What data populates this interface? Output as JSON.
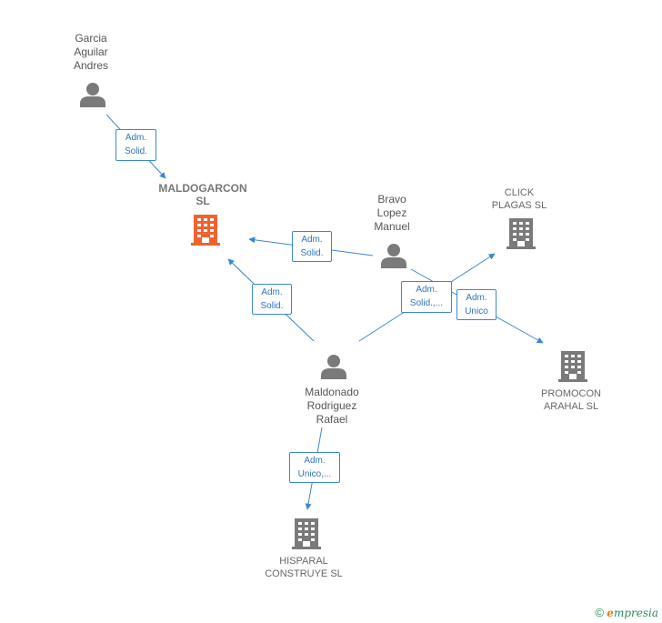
{
  "nodes": {
    "garcia": {
      "label": "Garcia\nAguilar\nAndres",
      "type": "person"
    },
    "maldogarcon": {
      "label": "MALDOGARCON\nSL",
      "type": "company-focus"
    },
    "bravo": {
      "label": "Bravo\nLopez\nManuel",
      "type": "person"
    },
    "click": {
      "label": "CLICK\nPLAGAS  SL",
      "type": "company"
    },
    "promocon": {
      "label": "PROMOCON\nARAHAL SL",
      "type": "company"
    },
    "maldonado": {
      "label": "Maldonado\nRodriguez\nRafael",
      "type": "person"
    },
    "hisparal": {
      "label": "HISPARAL\nCONSTRUYE SL",
      "type": "company"
    }
  },
  "edges": {
    "garcia_maldogarcon": "Adm.\nSolid.",
    "bravo_maldogarcon": "Adm.\nSolid.",
    "maldonado_maldogarcon": "Adm.\nSolid.",
    "maldonado_click": "Adm.\nSolid.,...",
    "bravo_promocon": "Adm.\nUnico",
    "maldonado_hisparal": "Adm.\nUnico,..."
  },
  "colors": {
    "focus": "#f0622e",
    "company": "#7a7a7a",
    "person": "#7a7a7a",
    "edge": "#3b86d6"
  },
  "brand": {
    "copyright": "©",
    "e": "e",
    "rest": "mpresia"
  }
}
